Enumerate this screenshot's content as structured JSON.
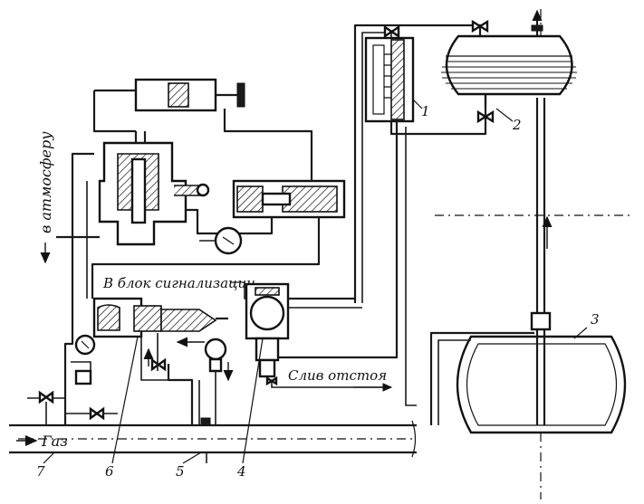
{
  "labels": {
    "atmosphere": "в атмосферу",
    "signal_block": "В блок сигнализации",
    "drain": "Слив отстоя",
    "gas": "Газ",
    "num_1": "1",
    "num_2": "2",
    "num_3": "3",
    "num_4": "4",
    "num_5": "5",
    "num_6": "6",
    "num_7": "7"
  },
  "colors": {
    "ink": "#1a1a1a",
    "paper": "#ffffff"
  },
  "icons": [
    "gauge-icon",
    "valve-icon",
    "arrow-icon"
  ]
}
